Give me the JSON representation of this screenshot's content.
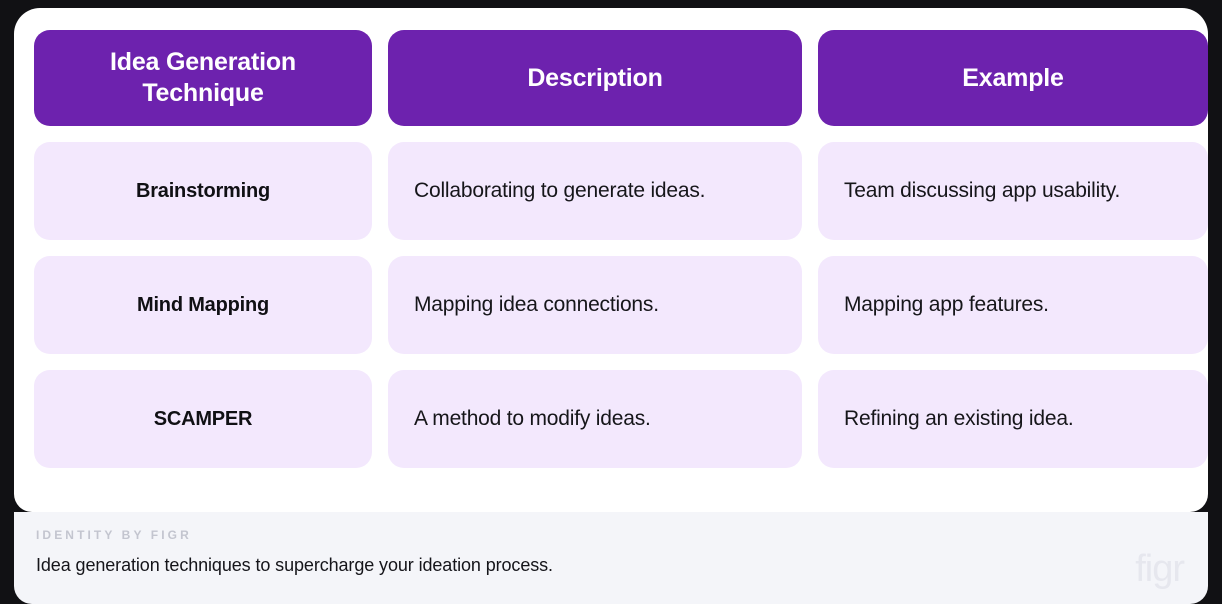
{
  "card": {
    "accent_color": "#6D22AE",
    "cell_color": "#F3E8FD",
    "surface_color": "#FFFFFF"
  },
  "table": {
    "columns": [
      {
        "label": "Idea Generation Technique",
        "name": "technique"
      },
      {
        "label": "Description",
        "name": "description"
      },
      {
        "label": "Example",
        "name": "example"
      }
    ],
    "rows": [
      {
        "technique": "Brainstorming",
        "description": "Collaborating to generate ideas.",
        "example": "Team discussing app usability."
      },
      {
        "technique": "Mind Mapping",
        "description": "Mapping idea connections.",
        "example": "Mapping app features."
      },
      {
        "technique": "SCAMPER",
        "description": "A method to modify ideas.",
        "example": "Refining an existing idea."
      }
    ]
  },
  "footer": {
    "kicker": "IDENTITY BY FIGR",
    "caption": "Idea generation techniques to supercharge your ideation process.",
    "logo": "figr",
    "background_color": "#F4F5F9",
    "kicker_color": "#C3C5CF"
  }
}
